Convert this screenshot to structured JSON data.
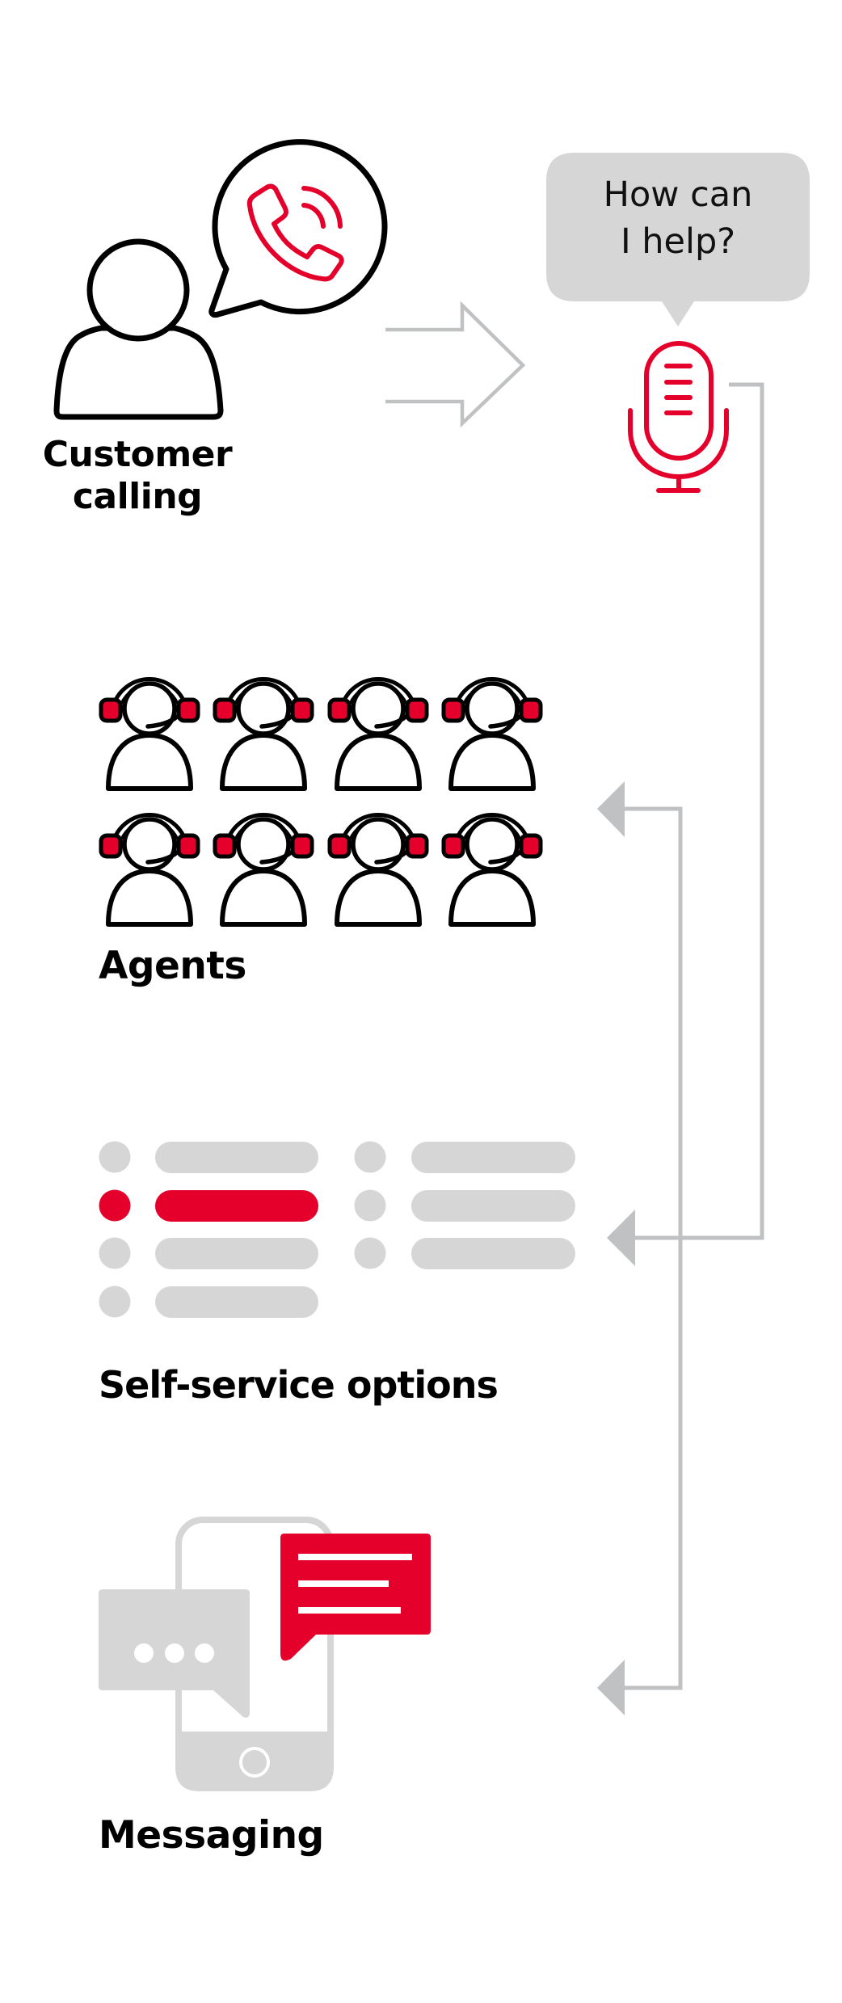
{
  "colors": {
    "accent_red": "#e4002b",
    "line_gray": "#c0c1c3",
    "fill_gray": "#d6d6d6",
    "ink": "#000000"
  },
  "customer": {
    "label_line1": "Customer",
    "label_line2": "calling",
    "icons": [
      "person-icon",
      "speech-bubble-icon",
      "phone-ringing-icon"
    ]
  },
  "ivr": {
    "bubble_line1": "How can",
    "bubble_line2": "I help?",
    "icon": "microphone-icon"
  },
  "flow": {
    "arrow_customer_to_ivr": "double-line-right-arrow",
    "connectors": [
      {
        "from": "ivr",
        "to": "self-service"
      },
      {
        "from": "self-service",
        "to": "agents"
      },
      {
        "from": "self-service",
        "to": "messaging"
      }
    ]
  },
  "agents": {
    "label": "Agents",
    "count": 8,
    "rows": 2,
    "columns": 4,
    "icon": "headset-agent-icon"
  },
  "self_service": {
    "label": "Self-service options",
    "options": [
      {
        "column": 1,
        "row": 1,
        "selected": false
      },
      {
        "column": 1,
        "row": 2,
        "selected": true
      },
      {
        "column": 1,
        "row": 3,
        "selected": false
      },
      {
        "column": 1,
        "row": 4,
        "selected": false
      },
      {
        "column": 2,
        "row": 1,
        "selected": false
      },
      {
        "column": 2,
        "row": 2,
        "selected": false
      },
      {
        "column": 2,
        "row": 3,
        "selected": false
      }
    ]
  },
  "messaging": {
    "label": "Messaging",
    "icons": [
      "smartphone-icon",
      "typing-bubble-icon",
      "message-bubble-icon"
    ]
  }
}
